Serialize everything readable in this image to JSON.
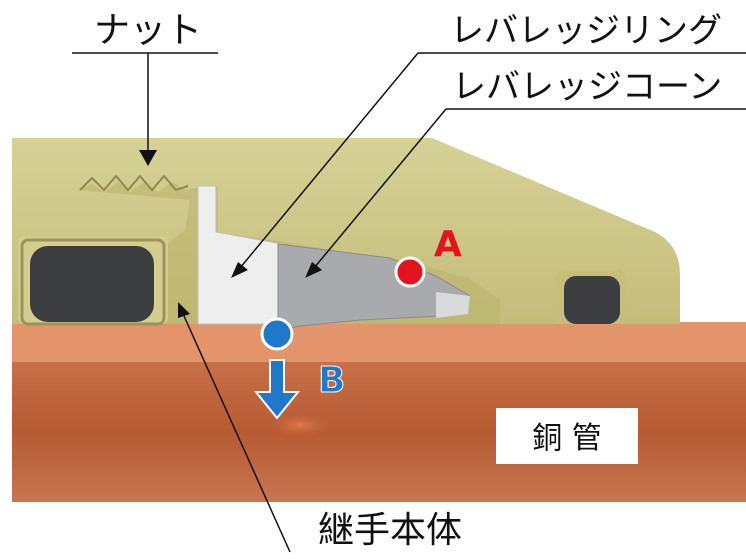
{
  "labels": {
    "nut": "ナット",
    "leverage_ring": "レバレッジリング",
    "leverage_cone": "レバレッジコーン",
    "joint_body": "継手本体",
    "copper_pipe": "銅 管"
  },
  "markers": {
    "a": {
      "text": "A",
      "color": "#e3141d"
    },
    "b": {
      "text": "B",
      "color": "#1f78c8"
    }
  },
  "colors": {
    "nut_body": "#cfc98a",
    "pipe_top": "#e3946b",
    "pipe_body": "#c0643a",
    "ring": "#eeeeee",
    "cone": "#a8aaad",
    "oring": "#3b3d40"
  }
}
